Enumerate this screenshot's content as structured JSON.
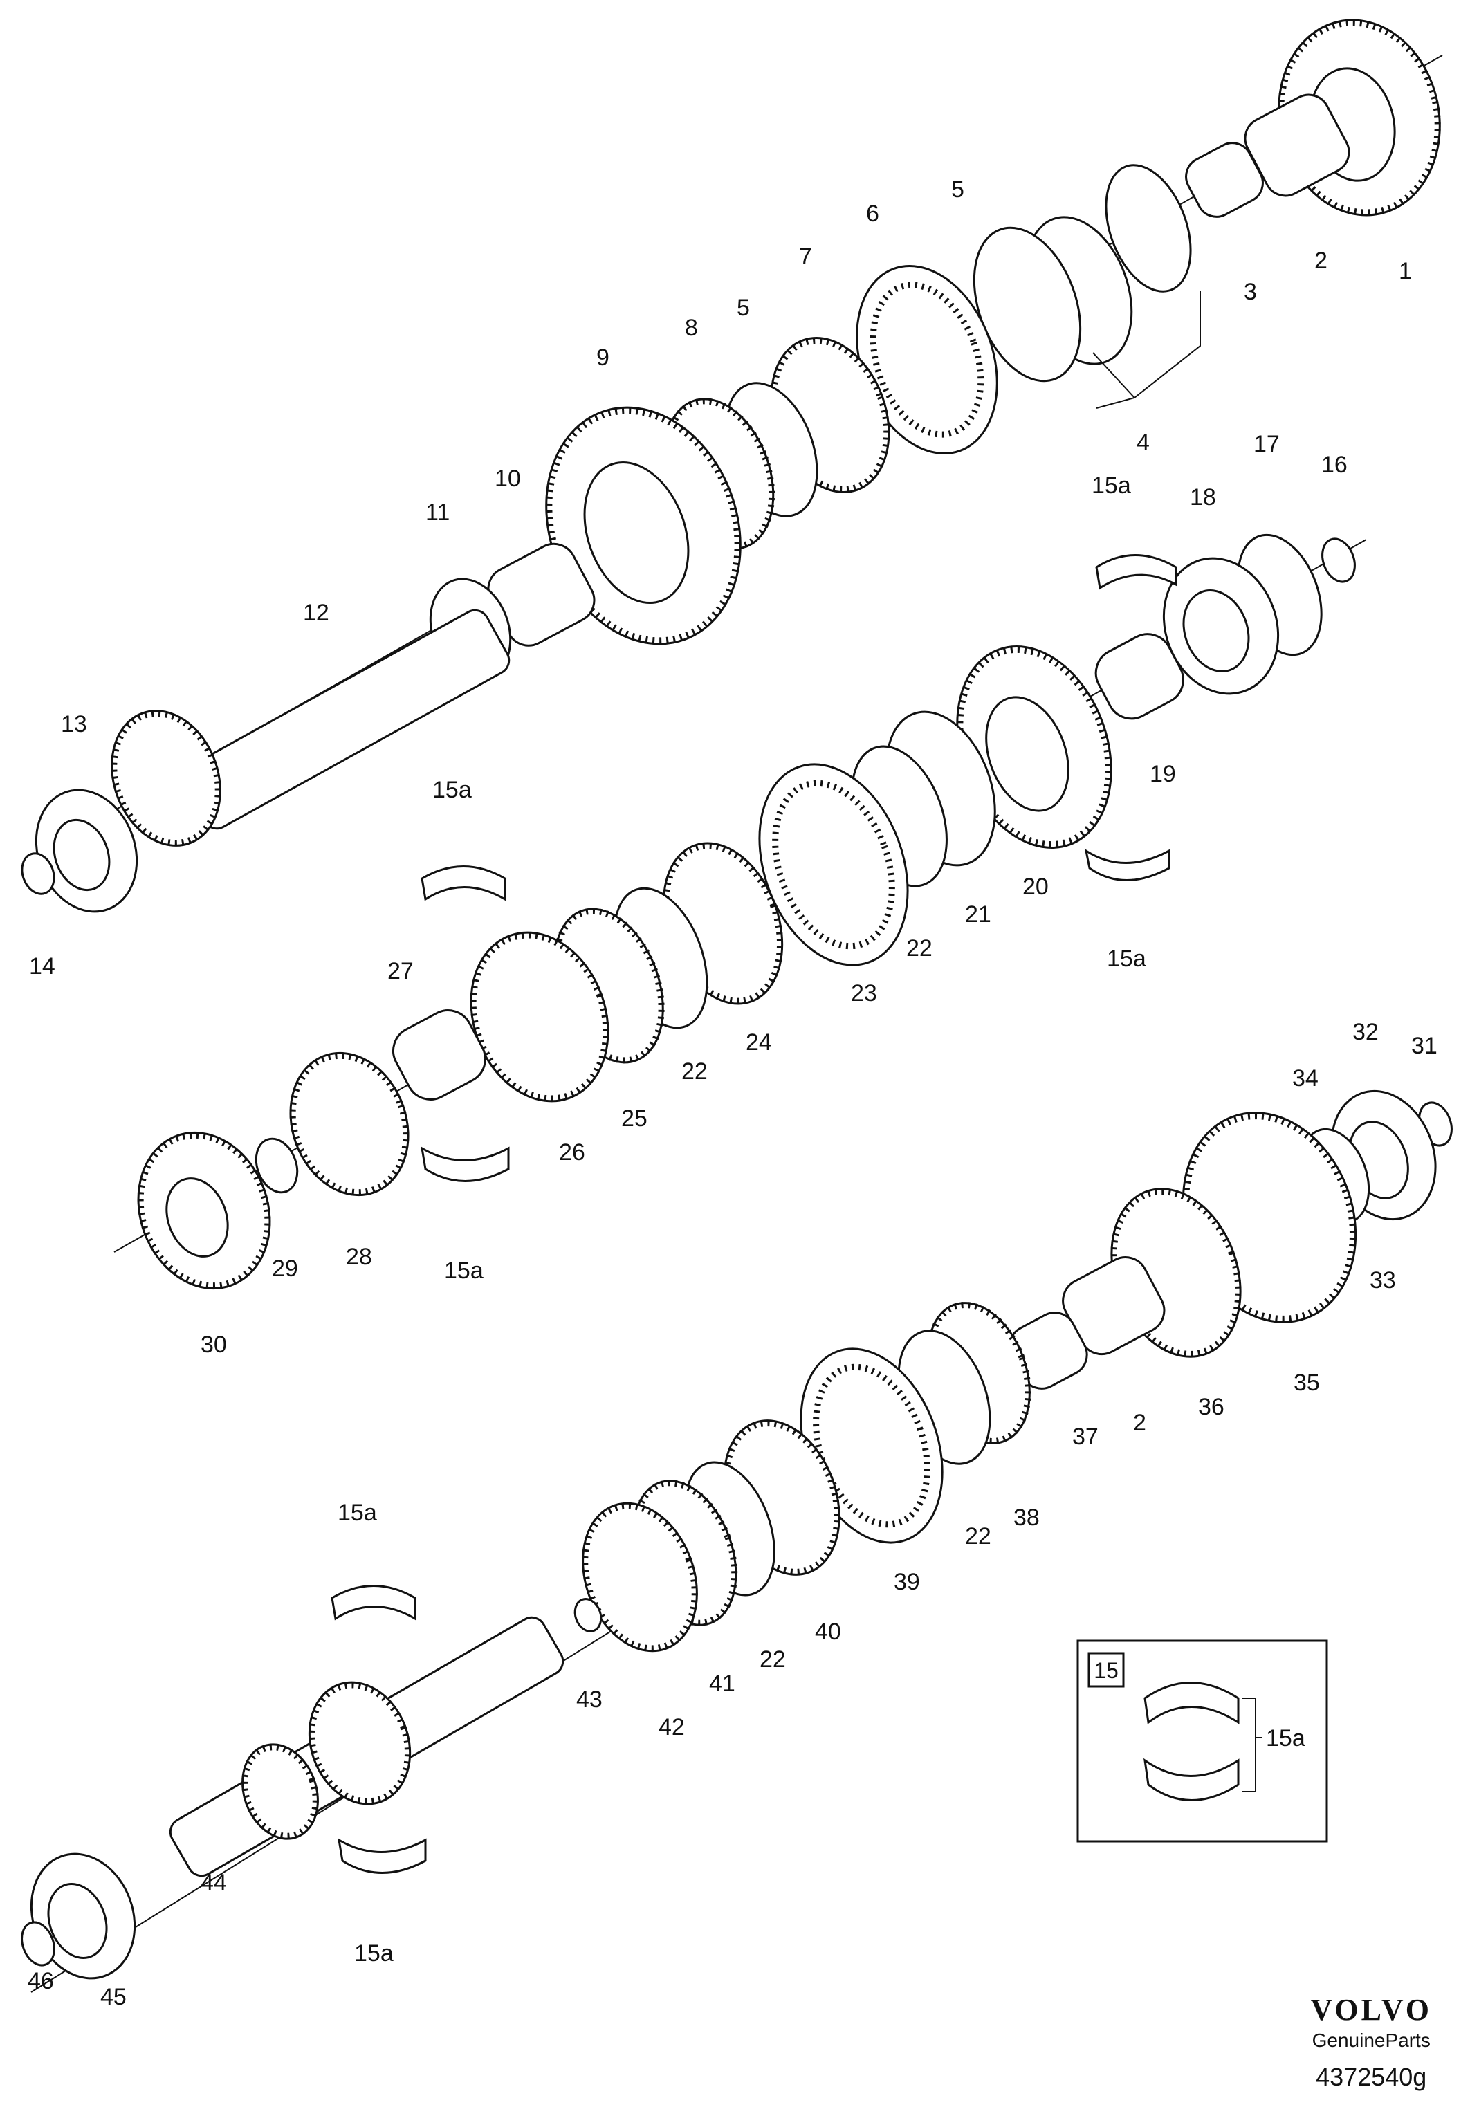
{
  "brand": {
    "logo": "VOLVO",
    "subtitle": "GenuineParts",
    "drawing_number": "4372540g"
  },
  "kit": {
    "box_number": "15",
    "item_label": "15a"
  },
  "callouts": [
    {
      "id": "c1",
      "label": "1"
    },
    {
      "id": "c2a",
      "label": "2"
    },
    {
      "id": "c3",
      "label": "3"
    },
    {
      "id": "c4",
      "label": "4"
    },
    {
      "id": "c5a",
      "label": "5"
    },
    {
      "id": "c5b",
      "label": "5"
    },
    {
      "id": "c6",
      "label": "6"
    },
    {
      "id": "c7",
      "label": "7"
    },
    {
      "id": "c8",
      "label": "8"
    },
    {
      "id": "c9",
      "label": "9"
    },
    {
      "id": "c10",
      "label": "10"
    },
    {
      "id": "c11",
      "label": "11"
    },
    {
      "id": "c12",
      "label": "12"
    },
    {
      "id": "c13",
      "label": "13"
    },
    {
      "id": "c14",
      "label": "14"
    },
    {
      "id": "c15a1",
      "label": "15a"
    },
    {
      "id": "c16",
      "label": "16"
    },
    {
      "id": "c17",
      "label": "17"
    },
    {
      "id": "c18",
      "label": "18"
    },
    {
      "id": "c19",
      "label": "19"
    },
    {
      "id": "c20",
      "label": "20"
    },
    {
      "id": "c21",
      "label": "21"
    },
    {
      "id": "c22a",
      "label": "22"
    },
    {
      "id": "c15a2",
      "label": "15a"
    },
    {
      "id": "c15a3",
      "label": "15a"
    },
    {
      "id": "c23",
      "label": "23"
    },
    {
      "id": "c24",
      "label": "24"
    },
    {
      "id": "c22b",
      "label": "22"
    },
    {
      "id": "c25",
      "label": "25"
    },
    {
      "id": "c26",
      "label": "26"
    },
    {
      "id": "c27",
      "label": "27"
    },
    {
      "id": "c28",
      "label": "28"
    },
    {
      "id": "c29",
      "label": "29"
    },
    {
      "id": "c30",
      "label": "30"
    },
    {
      "id": "c15a4",
      "label": "15a"
    },
    {
      "id": "c31",
      "label": "31"
    },
    {
      "id": "c32",
      "label": "32"
    },
    {
      "id": "c34",
      "label": "34"
    },
    {
      "id": "c33",
      "label": "33"
    },
    {
      "id": "c35",
      "label": "35"
    },
    {
      "id": "c36",
      "label": "36"
    },
    {
      "id": "c2b",
      "label": "2"
    },
    {
      "id": "c37",
      "label": "37"
    },
    {
      "id": "c38",
      "label": "38"
    },
    {
      "id": "c22c",
      "label": "22"
    },
    {
      "id": "c39",
      "label": "39"
    },
    {
      "id": "c40",
      "label": "40"
    },
    {
      "id": "c22d",
      "label": "22"
    },
    {
      "id": "c41",
      "label": "41"
    },
    {
      "id": "c42",
      "label": "42"
    },
    {
      "id": "c43",
      "label": "43"
    },
    {
      "id": "c15a5",
      "label": "15a"
    },
    {
      "id": "c15a6",
      "label": "15a"
    },
    {
      "id": "c44",
      "label": "44"
    },
    {
      "id": "c45",
      "label": "45"
    },
    {
      "id": "c46",
      "label": "46"
    }
  ]
}
